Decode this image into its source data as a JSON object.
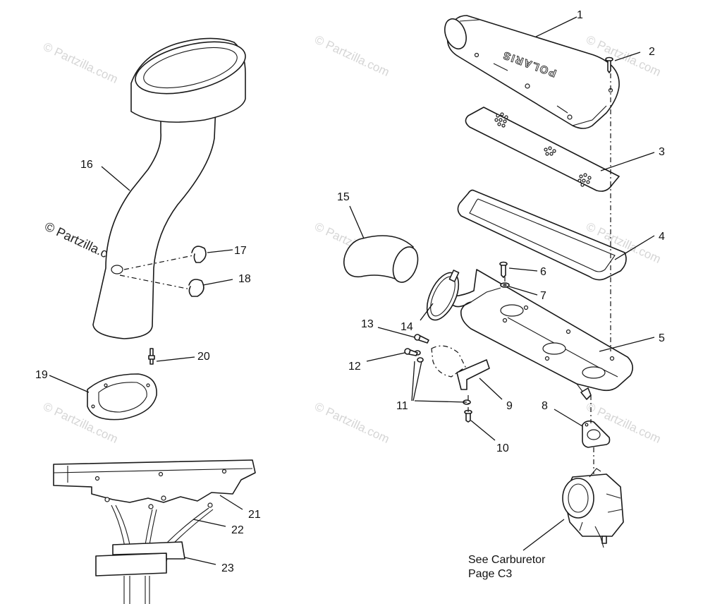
{
  "watermark": "© Partzilla.com",
  "brand_text": "POLARIS",
  "note": {
    "line1": "See Carburetor",
    "line2": "Page C3"
  },
  "callouts": [
    "1",
    "2",
    "3",
    "4",
    "5",
    "6",
    "7",
    "8",
    "9",
    "10",
    "11",
    "12",
    "13",
    "14",
    "15",
    "16",
    "17",
    "18",
    "19",
    "20",
    "21",
    "22",
    "23"
  ],
  "colors": {
    "line": "#1a1a1a",
    "watermark": "#c8c8c8",
    "background": "#ffffff"
  }
}
